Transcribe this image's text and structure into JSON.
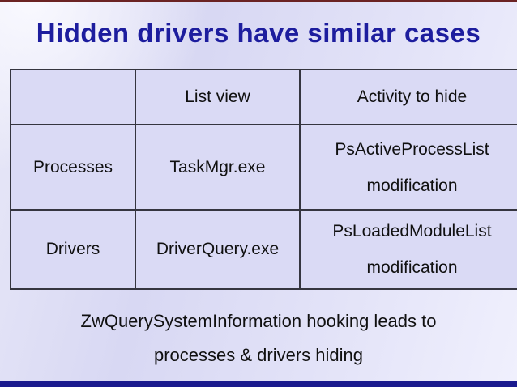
{
  "slide": {
    "title": "Hidden drivers have similar cases",
    "table": {
      "headers": [
        "",
        "List view",
        "Activity to hide"
      ],
      "rows": [
        {
          "label": "Processes",
          "list_view": "TaskMgr.exe",
          "activity_line1": "PsActiveProcessList",
          "activity_line2": "modification"
        },
        {
          "label": "Drivers",
          "list_view": "DriverQuery.exe",
          "activity_line1": "PsLoadedModuleList",
          "activity_line2": "modification"
        }
      ]
    },
    "footer": {
      "line1": "ZwQuerySystemInformation hooking leads to",
      "line2": "processes & drivers hiding"
    },
    "colors": {
      "title_color": "#1d1d9e",
      "border_color": "#35353f",
      "cell_bg": "#dadaf5",
      "text_color": "#101010",
      "bar_color": "#1a1a8e",
      "topline_color": "#6b2323"
    }
  }
}
